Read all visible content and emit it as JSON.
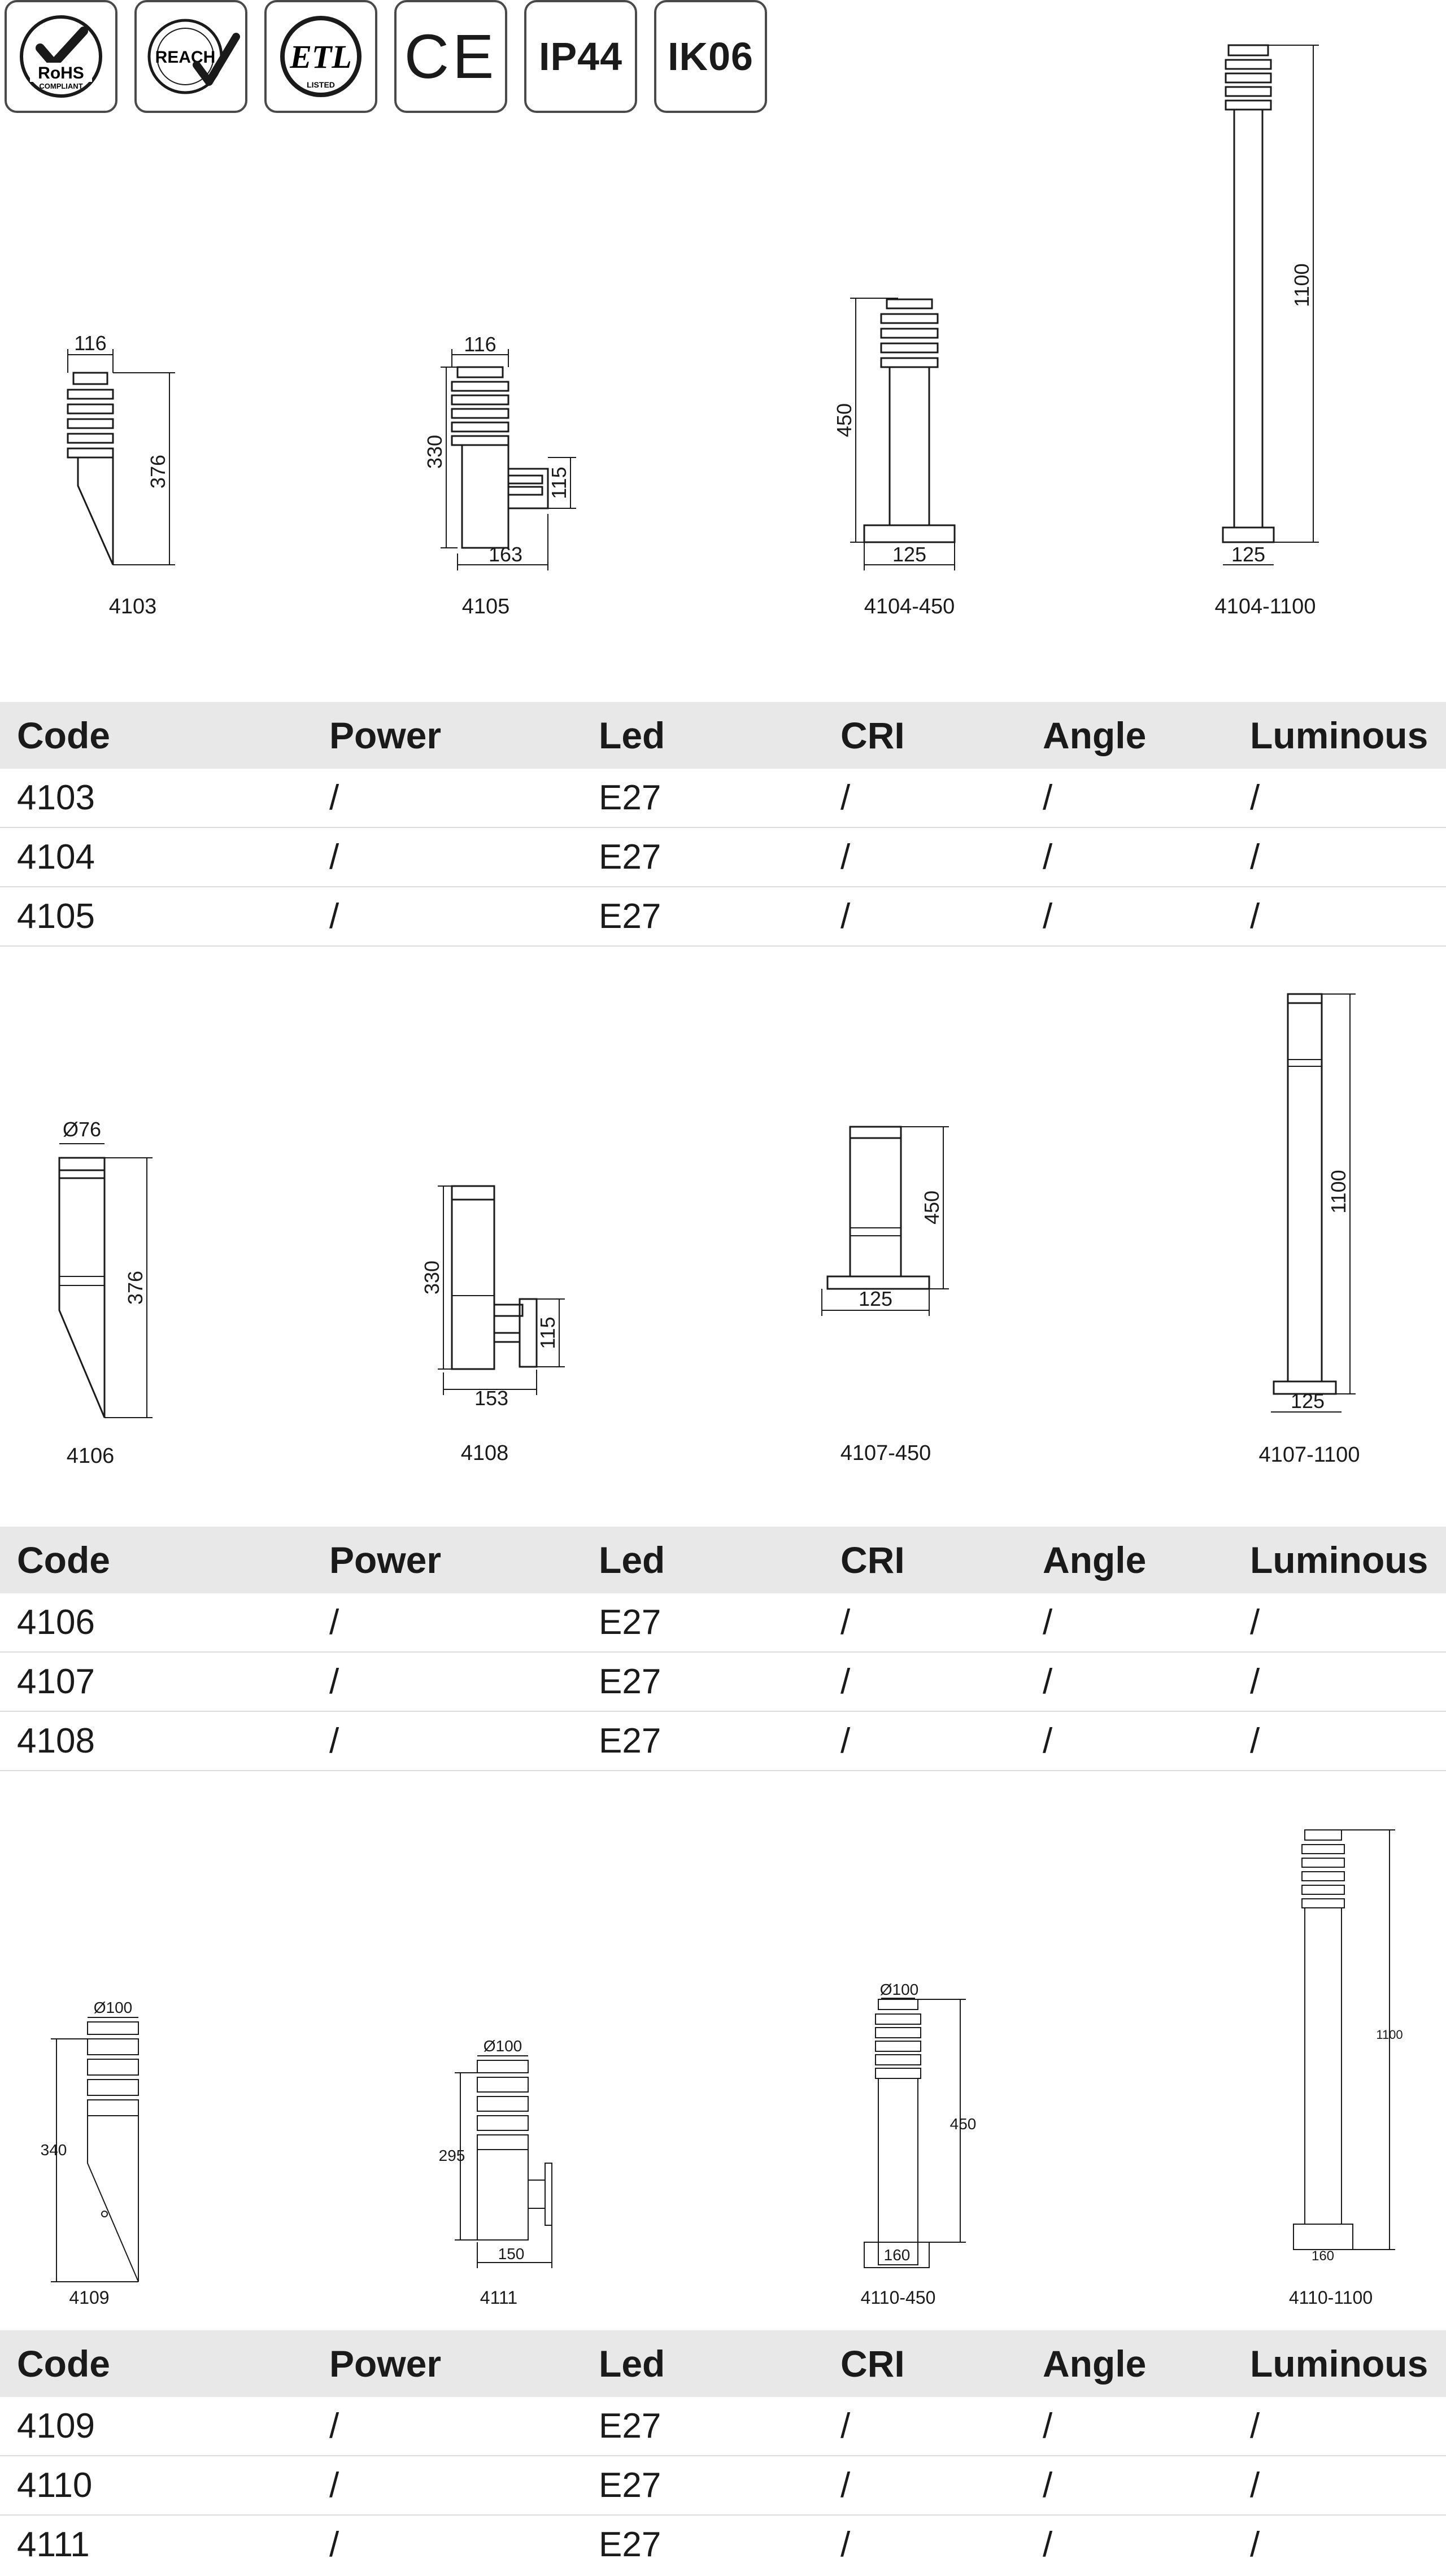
{
  "badges": [
    {
      "label": "RoHS",
      "sub": "COMPLIANT",
      "icon": "rohs-check-icon"
    },
    {
      "label": "REACH",
      "icon": "reach-check-icon"
    },
    {
      "label": "ETL",
      "sub": "LISTED",
      "icon": "etl-icon"
    },
    {
      "label": "CE",
      "icon": "ce-mark-icon"
    },
    {
      "label": "IP44"
    },
    {
      "label": "IK06"
    }
  ],
  "table_headers": [
    "Code",
    "Power",
    "Led",
    "CRI",
    "Angle",
    "Luminous"
  ],
  "sections": [
    {
      "products": [
        {
          "caption": "4103",
          "dims": [
            "116",
            "376"
          ]
        },
        {
          "caption": "4105",
          "dims": [
            "116",
            "330",
            "115",
            "163"
          ]
        },
        {
          "caption": "4104-450",
          "dims": [
            "450",
            "125"
          ]
        },
        {
          "caption": "4104-1100",
          "dims": [
            "1100",
            "125"
          ]
        }
      ],
      "rows": [
        [
          "4103",
          "/",
          "E27",
          "/",
          "/",
          "/"
        ],
        [
          "4104",
          "/",
          "E27",
          "/",
          "/",
          "/"
        ],
        [
          "4105",
          "/",
          "E27",
          "/",
          "/",
          "/"
        ]
      ]
    },
    {
      "products": [
        {
          "caption": "4106",
          "dims": [
            "Ø76",
            "376"
          ]
        },
        {
          "caption": "4108",
          "dims": [
            "330",
            "115",
            "153"
          ]
        },
        {
          "caption": "4107-450",
          "dims": [
            "450",
            "125"
          ]
        },
        {
          "caption": "4107-1100",
          "dims": [
            "1100",
            "125"
          ]
        }
      ],
      "rows": [
        [
          "4106",
          "/",
          "E27",
          "/",
          "/",
          "/"
        ],
        [
          "4107",
          "/",
          "E27",
          "/",
          "/",
          "/"
        ],
        [
          "4108",
          "/",
          "E27",
          "/",
          "/",
          "/"
        ]
      ]
    },
    {
      "products": [
        {
          "caption": "4109",
          "dims": [
            "Ø100",
            "340"
          ]
        },
        {
          "caption": "4111",
          "dims": [
            "Ø100",
            "295",
            "150"
          ]
        },
        {
          "caption": "4110-450",
          "dims": [
            "Ø100",
            "450",
            "160"
          ]
        },
        {
          "caption": "4110-1100",
          "dims": [
            "1100",
            "160"
          ]
        }
      ],
      "rows": [
        [
          "4109",
          "/",
          "E27",
          "/",
          "/",
          "/"
        ],
        [
          "4110",
          "/",
          "E27",
          "/",
          "/",
          "/"
        ],
        [
          "4111",
          "/",
          "E27",
          "/",
          "/",
          "/"
        ]
      ]
    }
  ]
}
